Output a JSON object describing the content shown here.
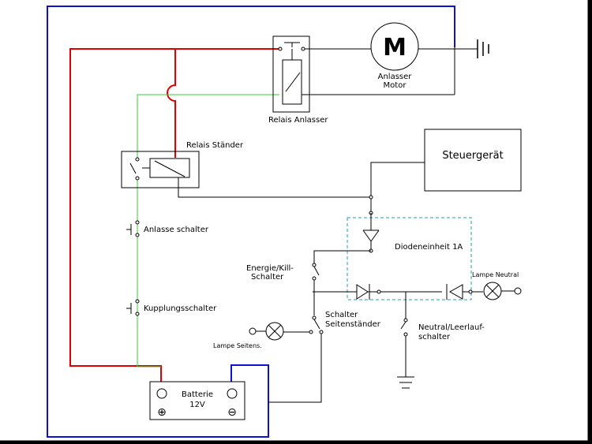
{
  "colors": {
    "background": "#ffffff",
    "frame": "#000000",
    "positive_wire": "#e00000",
    "negative_wire": "#1010d0",
    "switch_wire": "#33cc33",
    "signal_wire": "#000000",
    "dashed_box": "#20a0a0"
  },
  "labels": {
    "motor_symbol": "M",
    "motor_line1": "Anlasser",
    "motor_line2": "Motor",
    "relay_starter": "Relais Anlasser",
    "relay_stand": "Relais Ständer",
    "control_unit": "Steuergerät",
    "start_switch": "Anlasse schalter",
    "clutch_switch": "Kupplungsschalter",
    "diode_unit": "Diodeneinheit 1A",
    "energy_line1": "Energie/Kill-",
    "energy_line2": "Schalter",
    "side_switch_line1": "Schalter",
    "side_switch_line2": "Seitenständer",
    "neutral_lamp": "Lampe Neutral",
    "side_lamp": "Lampe Seitens.",
    "neutral_switch_line1": "Neutral/Leerlauf-",
    "neutral_switch_line2": "schalter",
    "battery_line1": "Batterie",
    "battery_line2": "12V",
    "battery_plus": "⊕",
    "battery_minus": "⊖"
  }
}
